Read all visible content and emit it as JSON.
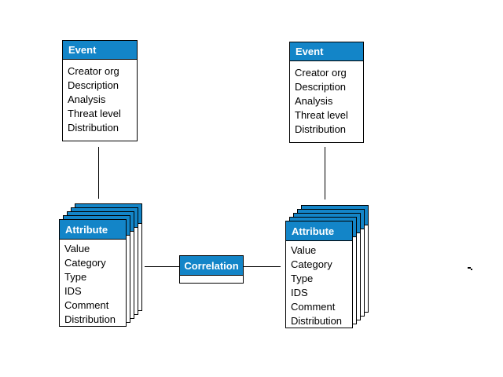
{
  "colors": {
    "background": "#ffffff",
    "header_blue": "#1385c8",
    "border_black": "#000000",
    "header_text_white": "#ffffff",
    "field_text_black": "#000000"
  },
  "entities": {
    "event_left": {
      "title": "Event",
      "fields": [
        "Creator org",
        "Description",
        "Analysis",
        "Threat level",
        "Distribution"
      ]
    },
    "event_right": {
      "title": "Event",
      "fields": [
        "Creator org",
        "Description",
        "Analysis",
        "Threat level",
        "Distribution"
      ]
    },
    "attribute_left": {
      "title": "Attribute",
      "fields": [
        "Value",
        "Category",
        "Type",
        "IDS",
        "Comment",
        "Distribution"
      ]
    },
    "attribute_right": {
      "title": "Attribute",
      "fields": [
        "Value",
        "Category",
        "Type",
        "IDS",
        "Comment",
        "Distribution"
      ]
    },
    "correlation": {
      "title": "Correlation"
    }
  }
}
